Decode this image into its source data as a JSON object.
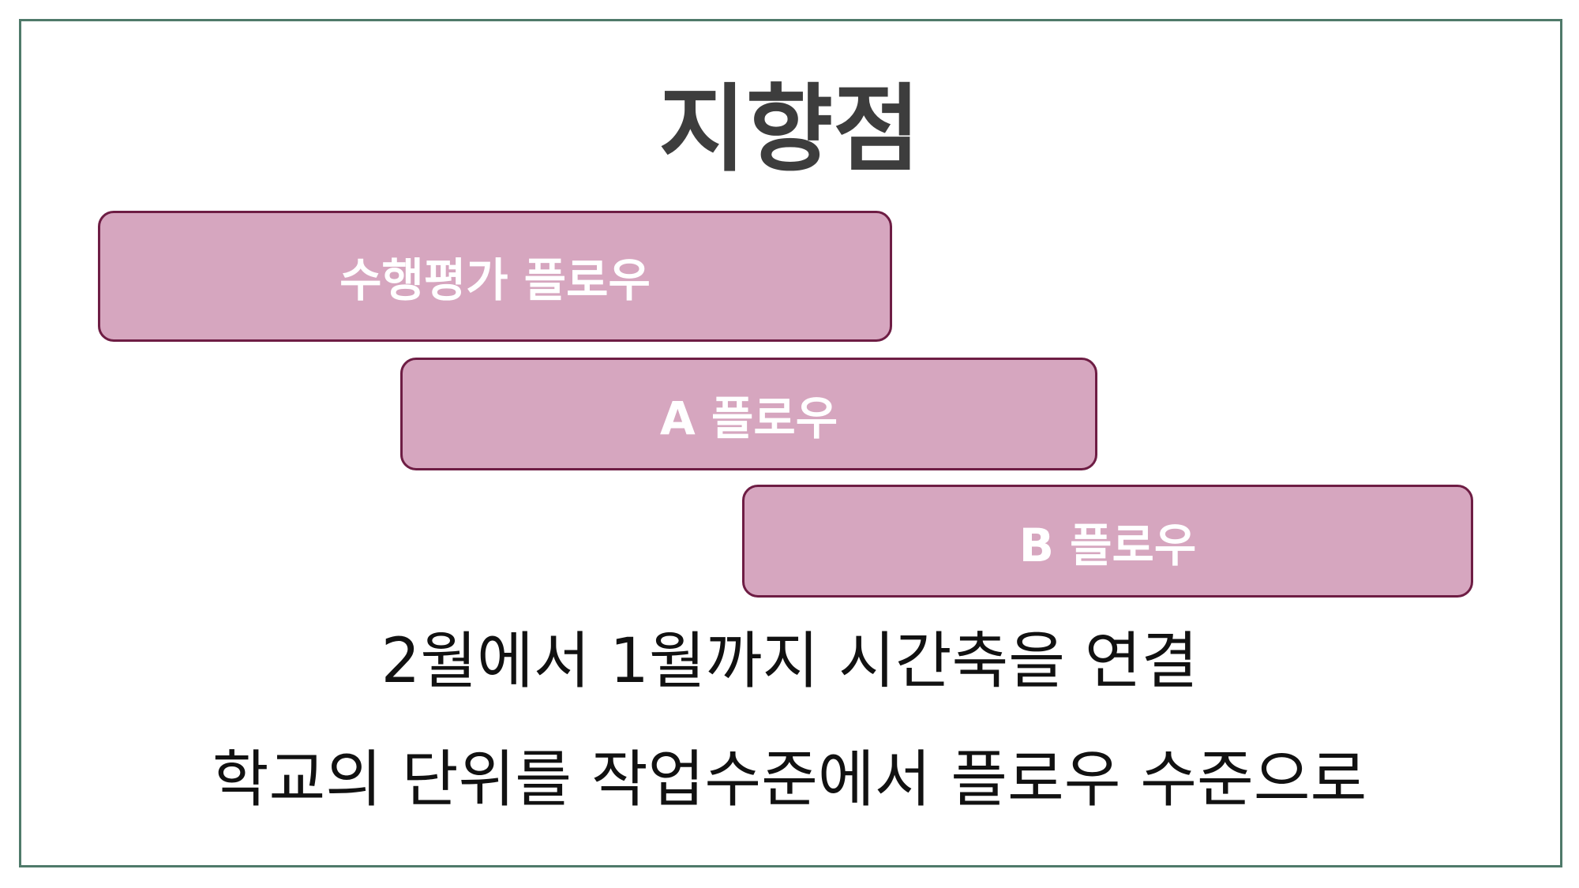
{
  "slide": {
    "title": "지향점",
    "flows": [
      {
        "label": "수행평가 플로우"
      },
      {
        "label": "A 플로우"
      },
      {
        "label": "B 플로우"
      }
    ],
    "captions": [
      "2월에서 1월까지 시간축을 연결",
      "학교의 단위를 작업수준에서 플로우 수준으로"
    ]
  },
  "colors": {
    "frame_border": "#4f7a6a",
    "title_text": "#3d3d3d",
    "bar_fill": "#d6a6bf",
    "bar_border": "#6e1d44",
    "bar_text": "#ffffff",
    "caption_text": "#111111"
  }
}
